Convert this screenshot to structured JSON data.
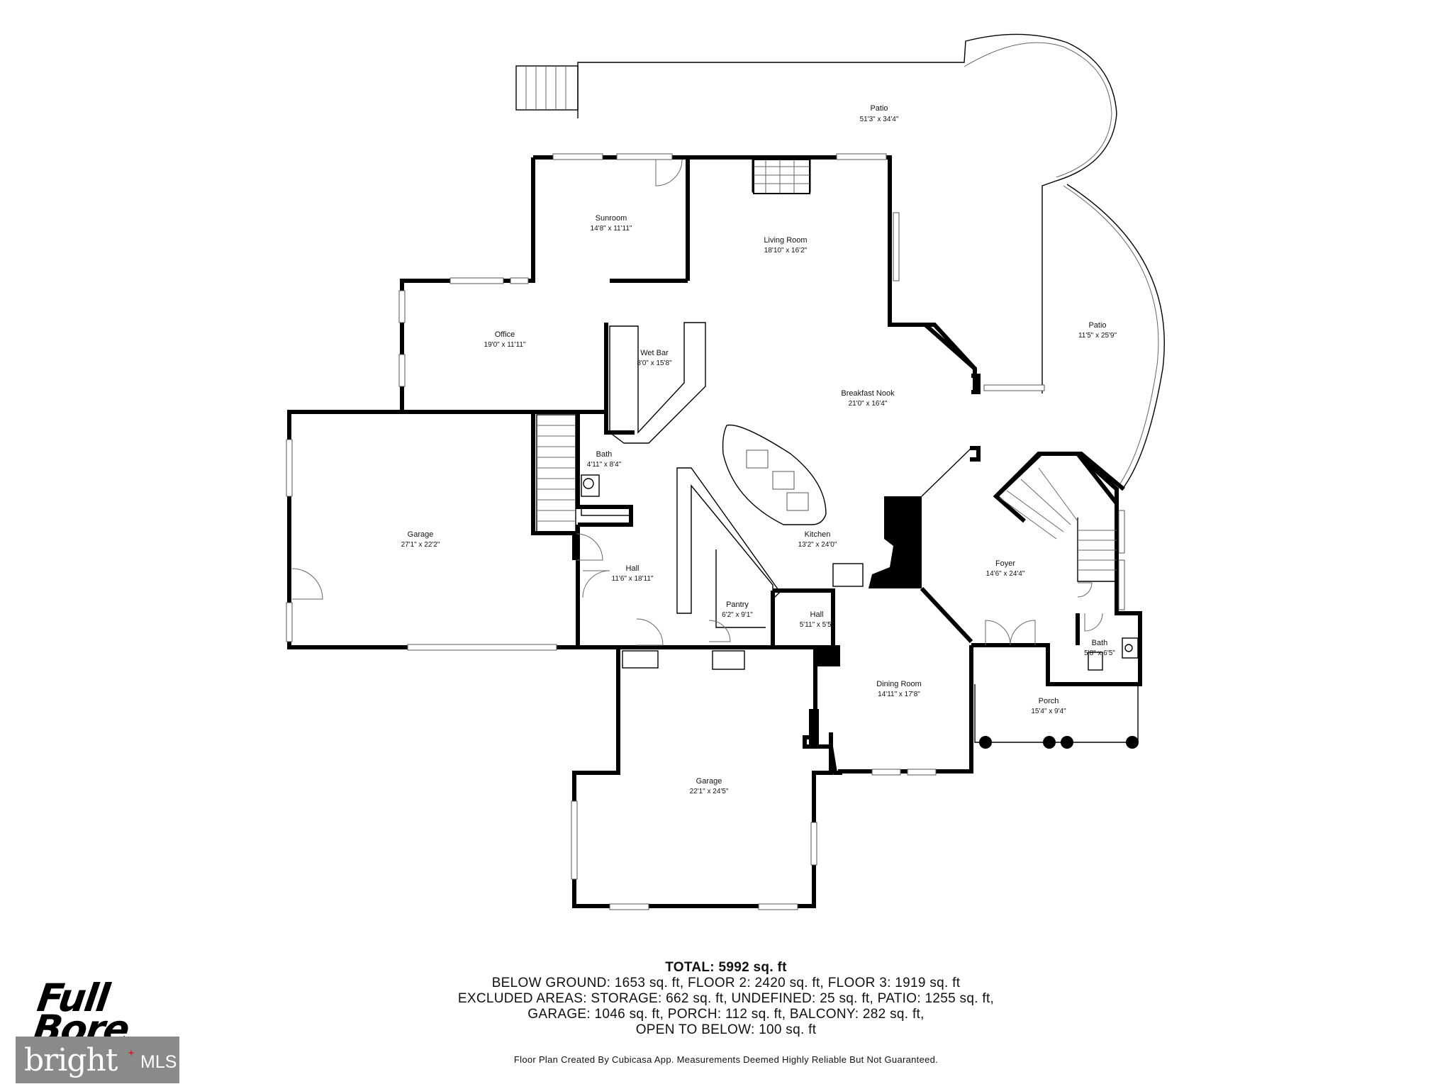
{
  "rooms": {
    "patio_top": {
      "name": "Patio",
      "dims": "51'3\" x 34'4\""
    },
    "sunroom": {
      "name": "Sunroom",
      "dims": "14'8\" x 11'11\""
    },
    "living": {
      "name": "Living Room",
      "dims": "18'10\" x 16'2\""
    },
    "patio_right": {
      "name": "Patio",
      "dims": "11'5\" x 25'9\""
    },
    "office": {
      "name": "Office",
      "dims": "19'0\" x 11'11\""
    },
    "wetbar": {
      "name": "Wet Bar",
      "dims": "8'0\" x 15'8\""
    },
    "nook": {
      "name": "Breakfast Nook",
      "dims": "21'0\" x 16'4\""
    },
    "bath1": {
      "name": "Bath",
      "dims": "4'11\" x 8'4\""
    },
    "garage1": {
      "name": "Garage",
      "dims": "27'1\" x 22'2\""
    },
    "kitchen": {
      "name": "Kitchen",
      "dims": "13'2\" x 24'0\""
    },
    "foyer": {
      "name": "Foyer",
      "dims": "14'6\" x 24'4\""
    },
    "hall1": {
      "name": "Hall",
      "dims": "11'6\" x 18'11\""
    },
    "pantry": {
      "name": "Pantry",
      "dims": "6'2\" x 9'1\""
    },
    "hall2": {
      "name": "Hall",
      "dims": "5'11\" x 5'5\""
    },
    "bath2": {
      "name": "Bath",
      "dims": "5'8\" x 6'5\""
    },
    "dining": {
      "name": "Dining Room",
      "dims": "14'11\" x 17'8\""
    },
    "porch": {
      "name": "Porch",
      "dims": "15'4\" x 9'4\""
    },
    "garage2": {
      "name": "Garage",
      "dims": "22'1\" x 24'5\""
    }
  },
  "summary": {
    "total": "TOTAL: 5992 sq. ft",
    "line1": "BELOW GROUND: 1653 sq. ft, FLOOR 2: 2420 sq. ft, FLOOR 3: 1919 sq. ft",
    "line2": "EXCLUDED AREAS: STORAGE: 662 sq. ft, UNDEFINED: 25 sq. ft, PATIO: 1255 sq. ft,",
    "line3": "GARAGE: 1046 sq. ft, PORCH: 112 sq. ft, BALCONY: 282 sq. ft,",
    "line4": "OPEN TO BELOW: 100 sq. ft"
  },
  "disclaimer": "Floor Plan Created By Cubicasa App. Measurements Deemed Highly Reliable But Not Guaranteed.",
  "logos": {
    "fullbore_line1": "Full",
    "fullbore_line2": "Bore",
    "bright_word": "bright",
    "bright_mls": "MLS"
  }
}
